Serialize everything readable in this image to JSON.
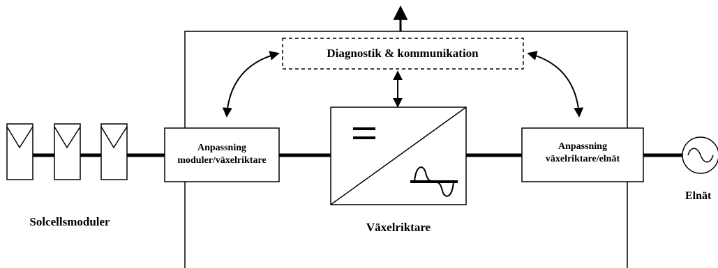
{
  "labels": {
    "diagnostics": "Diagnostik & kommunikation",
    "adapt_left_line1": "Anpassning",
    "adapt_left_line2": "moduler/växelriktare",
    "adapt_right_line1": "Anpassning",
    "adapt_right_line2": "växelriktare/elnät",
    "inverter": "Växelriktare",
    "modules": "Solcellsmoduler",
    "grid": "Elnät"
  },
  "colors": {
    "stroke": "#000000",
    "background": "#ffffff"
  }
}
